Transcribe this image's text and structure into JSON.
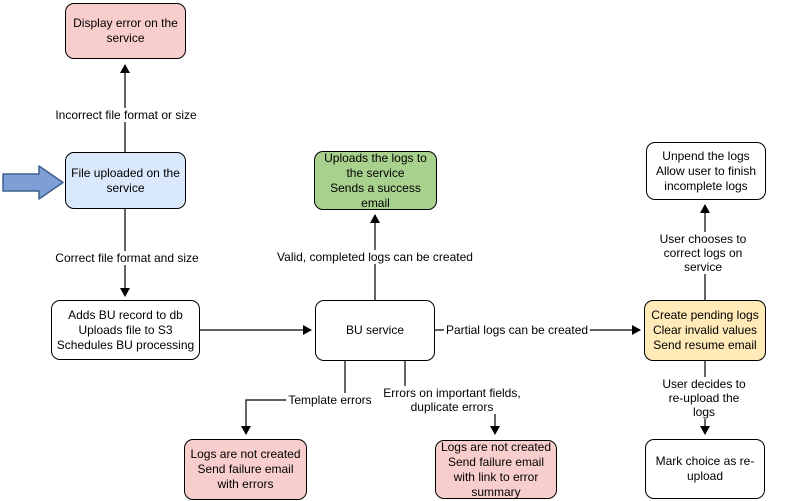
{
  "diagram": {
    "nodes": {
      "display_error": {
        "label": "Display error on the\nservice",
        "fill": "#f8cecc"
      },
      "file_uploaded": {
        "label": "File uploaded on the\nservice",
        "fill": "#dae8fc"
      },
      "adds_bu_record": {
        "label": "Adds BU record to db\nUploads file to S3\nSchedules BU processing",
        "fill": "#ffffff"
      },
      "uploads_logs": {
        "label": "Uploads the logs to\nthe service\nSends a success\nemail",
        "fill": "#a9d18e"
      },
      "bu_service": {
        "label": "BU service",
        "fill": "#ffffff"
      },
      "create_pending_logs": {
        "label": "Create pending logs\nClear invalid values\nSend resume email",
        "fill": "#ffeab8"
      },
      "unpend_logs": {
        "label": "Unpend the logs\nAllow user to finish\nincomplete logs",
        "fill": "#ffffff"
      },
      "mark_choice": {
        "label": "Mark choice as re-\nupload",
        "fill": "#ffffff"
      },
      "logs_not_created_errors": {
        "label": "Logs are not created\nSend failure email\nwith errors",
        "fill": "#f8cecc"
      },
      "logs_not_created_summary": {
        "label": "Logs are not created\nSend failure email\nwith link to error\nsummary",
        "fill": "#f8cecc"
      }
    },
    "edge_labels": {
      "incorrect_file": "Incorrect file format or size",
      "correct_file": "Correct file format and size",
      "valid_logs": "Valid, completed logs can be created",
      "partial_logs": "Partial logs can be created",
      "template_errors": "Template errors",
      "important_errors": "Errors on important fields,\nduplicate errors",
      "user_corrects": "User chooses to correct logs on service",
      "user_reuploads": "User decides to re-upload the logs"
    },
    "entry_arrow": {
      "fill": "#7e9fd6",
      "stroke": "#3e5f8a"
    },
    "line_color": "#000000"
  }
}
